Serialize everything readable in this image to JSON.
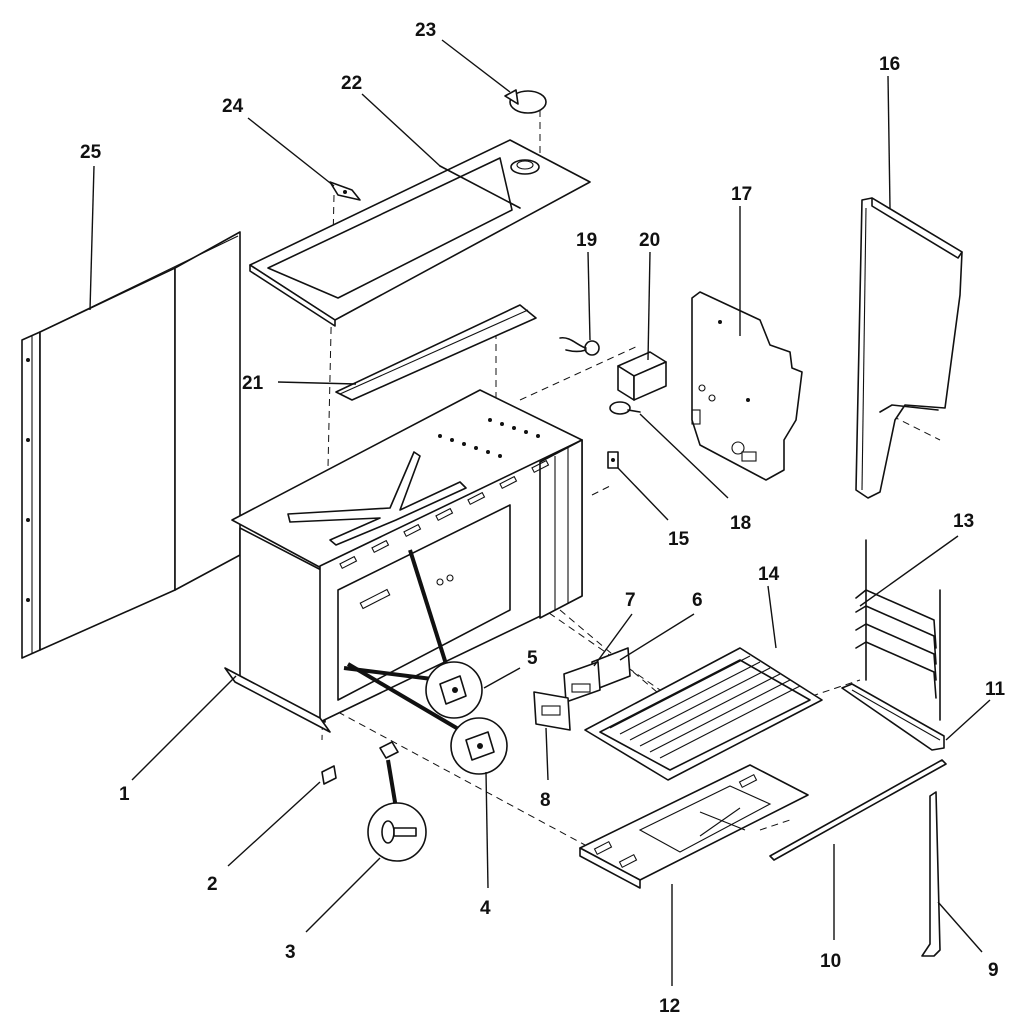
{
  "parts": [
    {
      "id": "p1",
      "label": "1"
    },
    {
      "id": "p2",
      "label": "2"
    },
    {
      "id": "p3",
      "label": "3"
    },
    {
      "id": "p4",
      "label": "4"
    },
    {
      "id": "p5",
      "label": "5"
    },
    {
      "id": "p6",
      "label": "6"
    },
    {
      "id": "p7",
      "label": "7"
    },
    {
      "id": "p8",
      "label": "8"
    },
    {
      "id": "p9",
      "label": "9"
    },
    {
      "id": "p10",
      "label": "10"
    },
    {
      "id": "p11",
      "label": "11"
    },
    {
      "id": "p12",
      "label": "12"
    },
    {
      "id": "p13",
      "label": "13"
    },
    {
      "id": "p14",
      "label": "14"
    },
    {
      "id": "p15",
      "label": "15"
    },
    {
      "id": "p16",
      "label": "16"
    },
    {
      "id": "p17",
      "label": "17"
    },
    {
      "id": "p18",
      "label": "18"
    },
    {
      "id": "p19",
      "label": "19"
    },
    {
      "id": "p20",
      "label": "20"
    },
    {
      "id": "p21",
      "label": "21"
    },
    {
      "id": "p22",
      "label": "22"
    },
    {
      "id": "p23",
      "label": "23"
    },
    {
      "id": "p24",
      "label": "24"
    },
    {
      "id": "p25",
      "label": "25"
    }
  ]
}
